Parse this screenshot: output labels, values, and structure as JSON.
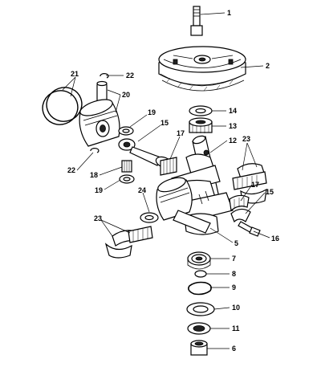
{
  "callouts": [
    {
      "label": "1"
    },
    {
      "label": "2"
    },
    {
      "label": "22"
    },
    {
      "label": "21"
    },
    {
      "label": "20"
    },
    {
      "label": "14"
    },
    {
      "label": "13"
    },
    {
      "label": "19"
    },
    {
      "label": "15"
    },
    {
      "label": "17"
    },
    {
      "label": "12"
    },
    {
      "label": "23"
    },
    {
      "label": "22"
    },
    {
      "label": "18"
    },
    {
      "label": "19"
    },
    {
      "label": "24"
    },
    {
      "label": "17"
    },
    {
      "label": "15"
    },
    {
      "label": "23"
    },
    {
      "label": "16"
    },
    {
      "label": "5"
    },
    {
      "label": "7"
    },
    {
      "label": "8"
    },
    {
      "label": "9"
    },
    {
      "label": "10"
    },
    {
      "label": "11"
    },
    {
      "label": "6"
    }
  ]
}
